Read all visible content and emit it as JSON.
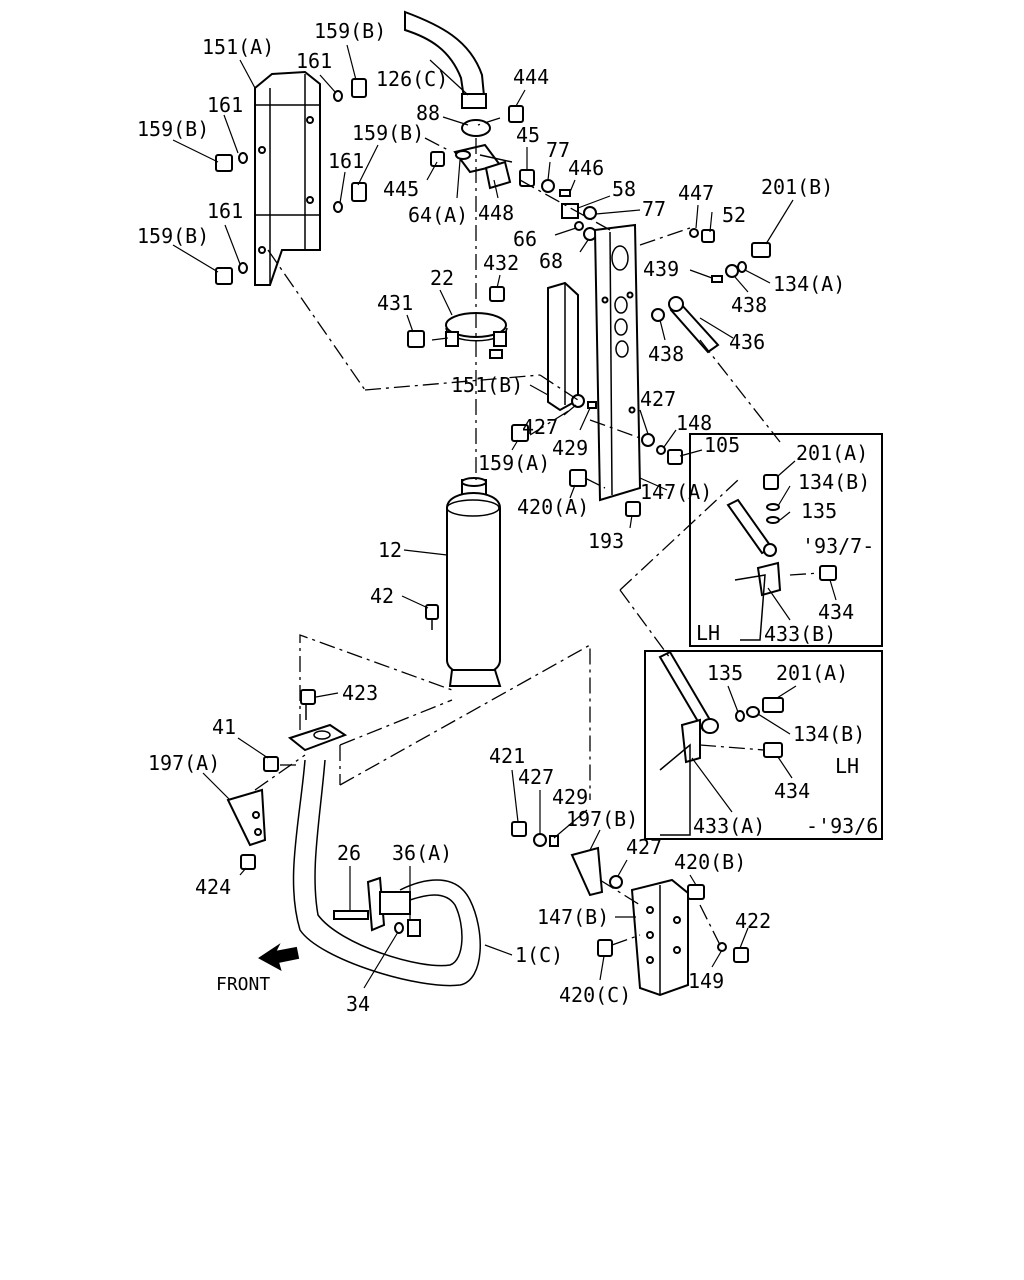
{
  "labels": {
    "l_151a": "151(A)",
    "l_159b_1": "159(B)",
    "l_161_1": "161",
    "l_126c": "126(C)",
    "l_444": "444",
    "l_161_2": "161",
    "l_159b_2": "159(B)",
    "l_88": "88",
    "l_159b_3": "159(B)",
    "l_45": "45",
    "l_77_1": "77",
    "l_446": "446",
    "l_161_3": "161",
    "l_445": "445",
    "l_58": "58",
    "l_447": "447",
    "l_201b": "201(B)",
    "l_64a": "64(A)",
    "l_448": "448",
    "l_77_2": "77",
    "l_52": "52",
    "l_161_4": "161",
    "l_66": "66",
    "l_159b_4": "159(B)",
    "l_68": "68",
    "l_439": "439",
    "l_22": "22",
    "l_432": "432",
    "l_134a": "134(A)",
    "l_438_1": "438",
    "l_431": "431",
    "l_436": "436",
    "l_438_2": "438",
    "l_151b": "151(B)",
    "l_427_1": "427",
    "l_427_2": "427",
    "l_148": "148",
    "l_429_1": "429",
    "l_105": "105",
    "l_201a_1": "201(A)",
    "l_159a": "159(A)",
    "l_134b_1": "134(B)",
    "l_147a": "147(A)",
    "l_420a": "420(A)",
    "l_135_1": "135",
    "l_193": "193",
    "l_date_1": "'93/7-",
    "l_12": "12",
    "l_434_1": "434",
    "l_42": "42",
    "l_lh_1": "LH",
    "l_433b": "433(B)",
    "l_135_2": "135",
    "l_201a_2": "201(A)",
    "l_423": "423",
    "l_134b_2": "134(B)",
    "l_41": "41",
    "l_lh_2": "LH",
    "l_421": "421",
    "l_197a": "197(A)",
    "l_427_3": "427",
    "l_434_2": "434",
    "l_429_2": "429",
    "l_197b": "197(B)",
    "l_433a": "433(A)",
    "l_date_2": "-'93/6",
    "l_26": "26",
    "l_36a": "36(A)",
    "l_427_4": "427",
    "l_420b": "420(B)",
    "l_424": "424",
    "l_147b": "147(B)",
    "l_422": "422",
    "l_1c": "1(C)",
    "l_front": "FRONT",
    "l_149": "149",
    "l_420c": "420(C)",
    "l_34": "34"
  }
}
